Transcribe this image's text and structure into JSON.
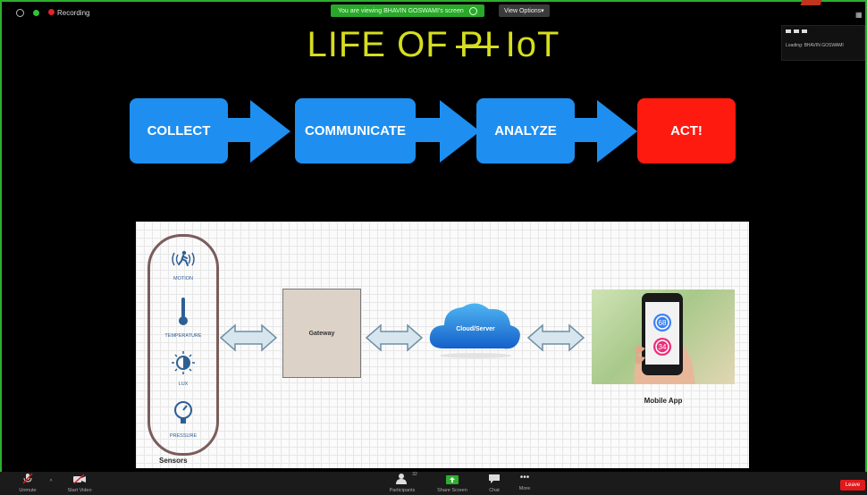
{
  "top_bar": {
    "recording_label": "Recording",
    "viewing_banner": "You are viewing BHAVIN GOSWAMI's screen",
    "view_options_label": "View Options",
    "thumbnail_text": "Loading: BHAVIN GOSWAMI"
  },
  "slide": {
    "title_prefix": "LIFE OF ",
    "title_struck": "PI",
    "title_suffix": " IoT",
    "flow_steps": [
      "COLLECT",
      "COMMUNICATE",
      "ANALYZE",
      "ACT!"
    ],
    "diagram": {
      "sensors": [
        "MOTION",
        "TEMPERATURE",
        "LUX",
        "PRESSURE"
      ],
      "sensors_title": "Sensors",
      "gateway_label": "Gateway",
      "cloud_label": "Cloud/Server",
      "mobile_label": "Mobile App",
      "phone_values": [
        "68",
        "34"
      ]
    }
  },
  "toolbar": {
    "unmute": "Unmute",
    "start_video": "Start Video",
    "participants": "Participants",
    "share_screen": "Share Screen",
    "chat": "Chat",
    "more": "More",
    "leave": "Leave",
    "participants_count": "32"
  },
  "colors": {
    "frame_green": "#2fae2f",
    "title_yellow": "#d6de1e",
    "step_blue": "#1e8ff0",
    "step_red": "#ff1a0f"
  }
}
